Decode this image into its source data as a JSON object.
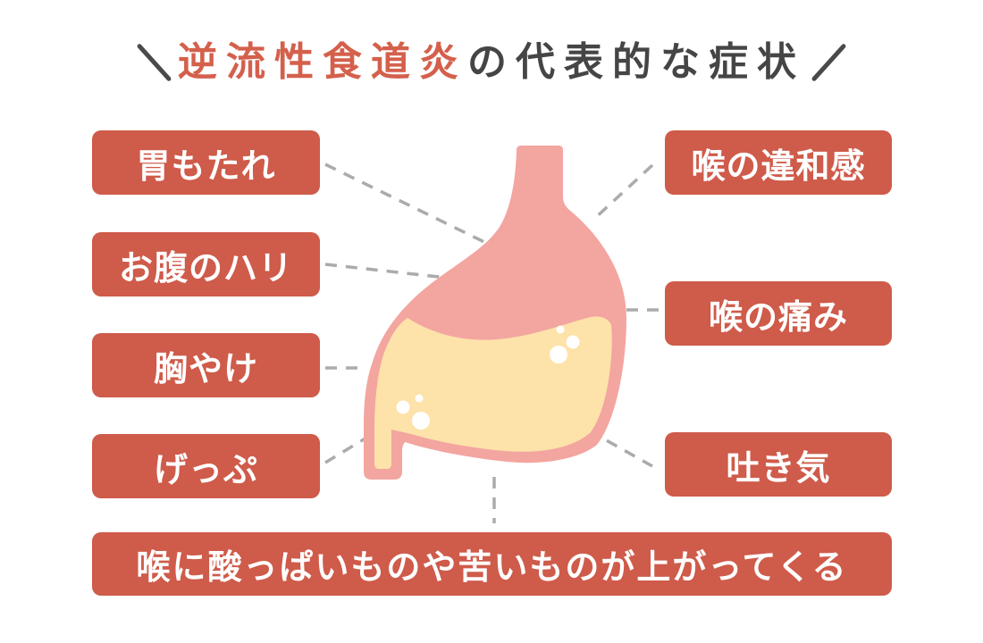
{
  "colors": {
    "bg": "#ffffff",
    "accent-red": "#CF5B4A",
    "title-red": "#D4604C",
    "title-dark": "#454545",
    "label-text": "#ffffff",
    "stomach-pink": "#F3A5A0",
    "acid-cream": "#FDE2A9",
    "bubble-white": "#ffffff",
    "connector-gray": "#ABABAB",
    "slash-dark": "#4A4A4A"
  },
  "title": {
    "highlight": "逆流性食道炎",
    "rest": "の代表的な症状"
  },
  "illustration": {
    "name": "stomach-with-acid-and-bubbles"
  },
  "symptoms": {
    "left": [
      {
        "label": "胃もたれ"
      },
      {
        "label": "お腹のハリ"
      },
      {
        "label": "胸やけ"
      },
      {
        "label": "げっぷ"
      }
    ],
    "right": [
      {
        "label": "喉の違和感"
      },
      {
        "label": "喉の痛み"
      },
      {
        "label": "吐き気"
      }
    ],
    "bottom": {
      "label": "喉に酸っぱいものや苦いものが上がってくる"
    }
  }
}
